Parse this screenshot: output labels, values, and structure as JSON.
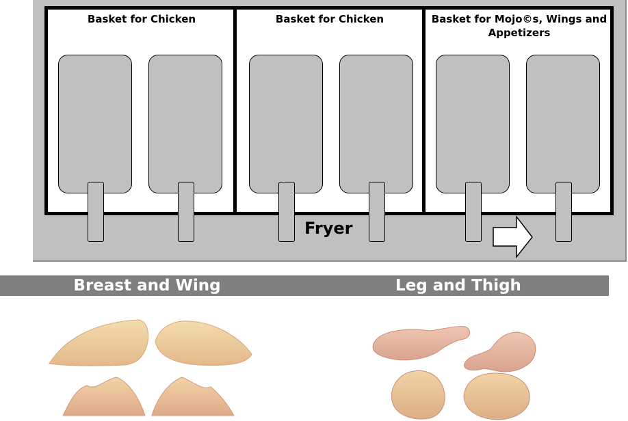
{
  "fryer": {
    "label": "Fryer",
    "bays": [
      {
        "title": "Basket for Chicken"
      },
      {
        "title": "Basket for Chicken"
      },
      {
        "title": "Basket for Mojo©s, Wings and Appetizers"
      }
    ]
  },
  "photo_sections": [
    {
      "label": "Breast and Wing"
    },
    {
      "label": "Leg and Thigh"
    }
  ],
  "colors": {
    "panel_gray": "#c0c0c0",
    "band_gray": "#7f7f7f",
    "outline": "#000000"
  }
}
